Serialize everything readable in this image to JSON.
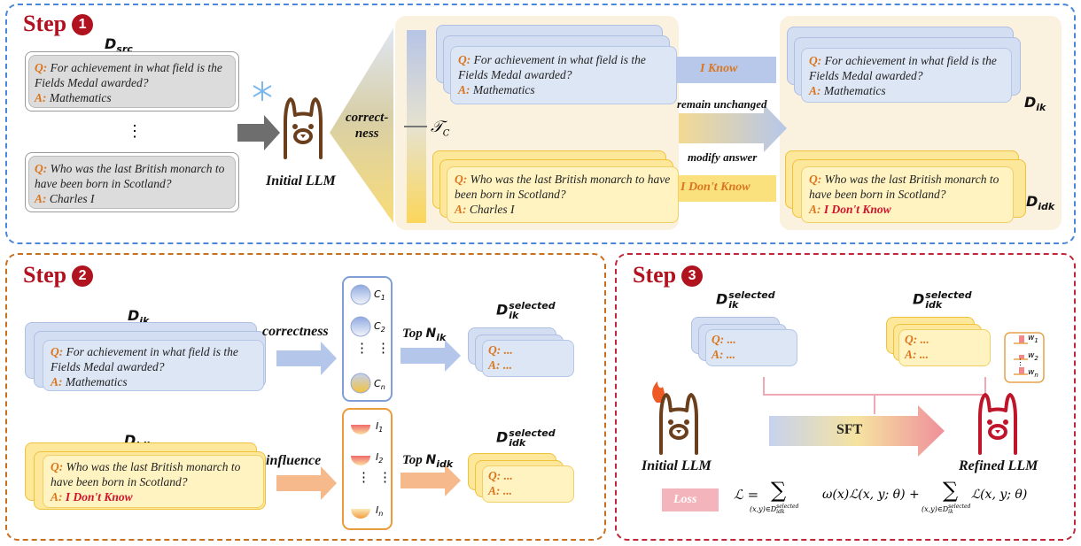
{
  "step1": {
    "label": "Step",
    "num": "1"
  },
  "step2": {
    "label": "Step",
    "num": "2"
  },
  "step3": {
    "label": "Step",
    "num": "3"
  },
  "q1": {
    "q": "Q:",
    "text": "For achievement in what field is the Fields Medal awarded?",
    "a": "A:",
    "answer": "Mathematics"
  },
  "q2": {
    "q": "Q:",
    "text": "Who was the last British monarch to have been born in Scotland?",
    "a": "A:",
    "answer": "Charles I",
    "idk": "I Don't Know"
  },
  "ellipsis": "⋮",
  "d_src": {
    "base": "D",
    "sub": "src"
  },
  "d_ik": {
    "base": "D",
    "sub": "ik"
  },
  "d_idk": {
    "base": "D",
    "sub": "idk"
  },
  "d_sel_ik": {
    "base": "D",
    "sub": "ik",
    "sup": "selected"
  },
  "d_sel_idk": {
    "base": "D",
    "sub": "idk",
    "sup": "selected"
  },
  "initial_llm": "Initial LLM",
  "refined_llm": "Refined LLM",
  "correctness_vertical": [
    "correct-",
    "ness"
  ],
  "threshold": "𝒯",
  "threshold_sub": "C",
  "i_know": "I Know",
  "i_dont_know": "I Don't Know",
  "remain_unchanged": "remain unchanged",
  "modify_answer": "modify answer",
  "correctness": "correctness",
  "influence": "influence",
  "top": "Top",
  "n_ik": {
    "base": "N",
    "sub": "ik"
  },
  "n_idk": {
    "base": "N",
    "sub": "idk"
  },
  "c_labels": [
    "C",
    "C",
    "C"
  ],
  "c_subs": [
    "1",
    "2",
    "n"
  ],
  "i_labels": [
    "I",
    "I",
    "I"
  ],
  "i_subs": [
    "1",
    "2",
    "n"
  ],
  "w_labels": [
    "w",
    "w",
    "w"
  ],
  "w_subs": [
    "1",
    "2",
    "n"
  ],
  "q_short": "Q: ...",
  "a_short": "A: ...",
  "sft": "SFT",
  "loss": "Loss",
  "formula": {
    "lhs": "ℒ =",
    "sum": "∑",
    "term1": "ω(x)ℒ(x, y; θ) +",
    "term2": "ℒ(x, y; θ)",
    "sub1": "(x,y)∈D",
    "sub1_sub": "idk",
    "sub1_sup": "selected",
    "sub2": "(x,y)∈D",
    "sub2_sub": "ik",
    "sub2_sup": "selected"
  },
  "colors": {
    "step_blue": "#4a86d9",
    "step_orange": "#c7701f",
    "step_red": "#c0273a",
    "accent": "#b0121f"
  }
}
